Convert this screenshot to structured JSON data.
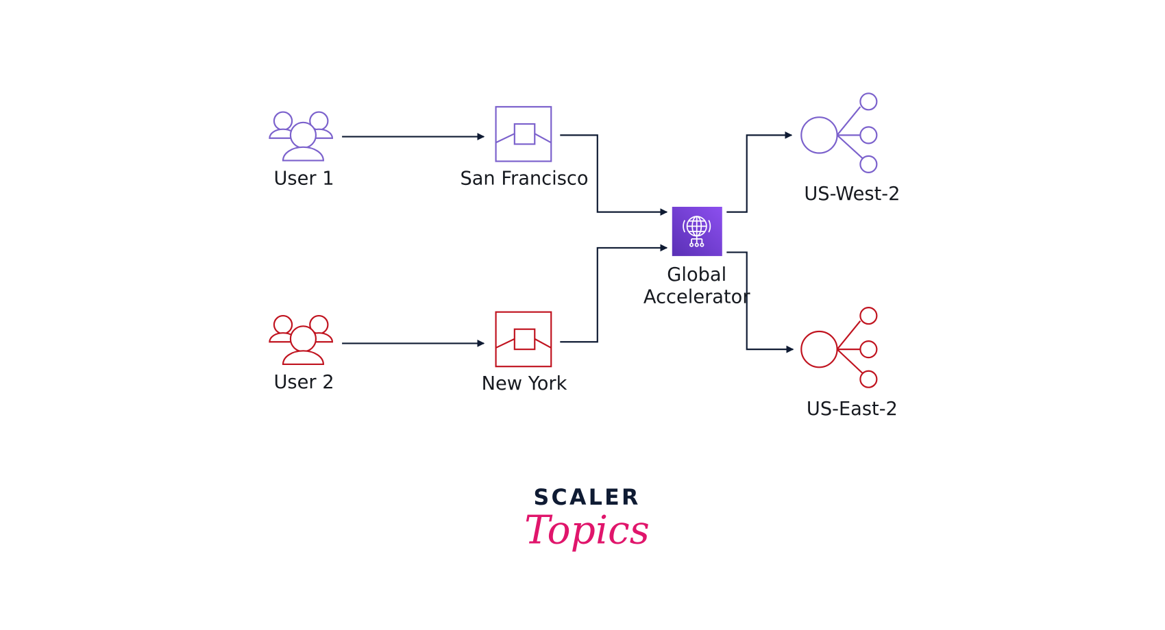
{
  "nodes": {
    "user1": {
      "label": "User 1"
    },
    "user2": {
      "label": "User 2"
    },
    "sf": {
      "label": "San Francisco"
    },
    "ny": {
      "label": "New York"
    },
    "ga": {
      "label_line1": "Global",
      "label_line2": "Accelerator"
    },
    "west": {
      "label": "US-West-2"
    },
    "east": {
      "label": "US-East-2"
    }
  },
  "logo": {
    "line1": "SCALER",
    "line2": "Topics"
  },
  "colors": {
    "purple": "#7b61cc",
    "red": "#c0131f",
    "line": "#0f1b33",
    "ga_top": "#8c4fef",
    "ga_bottom": "#5a30b5"
  }
}
